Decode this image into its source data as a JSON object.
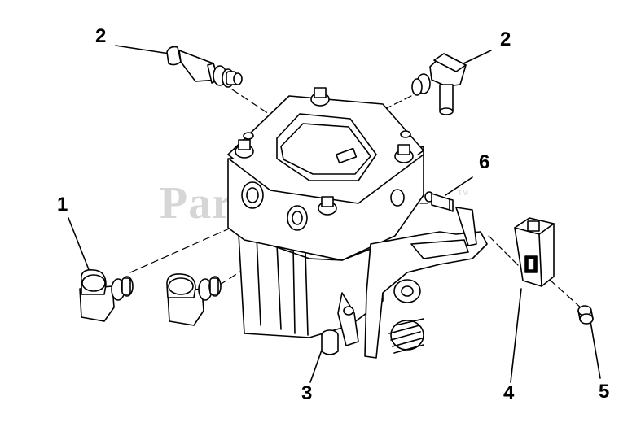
{
  "watermark": {
    "text": "PartsTree",
    "trademark": "TM"
  },
  "callouts": [
    {
      "id": "callout-2-left",
      "label": "2"
    },
    {
      "id": "callout-2-right",
      "label": "2"
    },
    {
      "id": "callout-1",
      "label": "1"
    },
    {
      "id": "callout-6",
      "label": "6"
    },
    {
      "id": "callout-3",
      "label": "3"
    },
    {
      "id": "callout-4",
      "label": "4"
    },
    {
      "id": "callout-5",
      "label": "5"
    }
  ],
  "colors": {
    "ink": "#000000",
    "watermark": "#d6d6d6",
    "background": "#ffffff"
  }
}
